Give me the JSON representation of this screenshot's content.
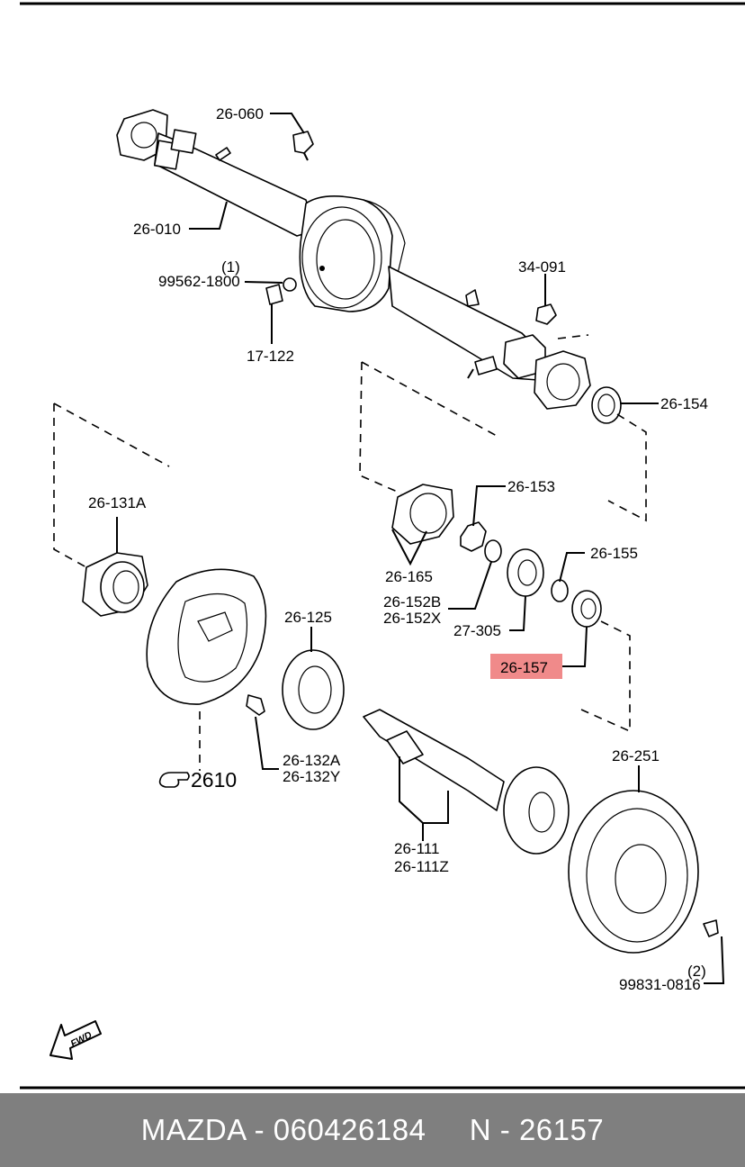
{
  "labels": {
    "p26_060": "26-060",
    "p26_010": "26-010",
    "p99562_qty": "(1)",
    "p99562": "99562-1800",
    "p17_122": "17-122",
    "p34_091": "34-091",
    "p26_154": "26-154",
    "p26_131A": "26-131A",
    "p26_153": "26-153",
    "p26_165": "26-165",
    "p26_155": "26-155",
    "p26_152B": "26-152B",
    "p26_152X": "26-152X",
    "p27_305": "27-305",
    "p26_157": "26-157",
    "p26_125": "26-125",
    "p26_132A": "26-132A",
    "p26_132Y": "26-132Y",
    "p2610": "2610",
    "p26_111": "26-111",
    "p26_111Z": "26-111Z",
    "p26_251": "26-251",
    "p99831_qty": "(2)",
    "p99831": "99831-0816",
    "fwd": "FWD"
  },
  "highlight": {
    "part": "26-157",
    "color": "#f08a8a"
  },
  "footer": {
    "text": "MAZDA - 060426184     N - 26157",
    "background": "#7f7f7f"
  }
}
